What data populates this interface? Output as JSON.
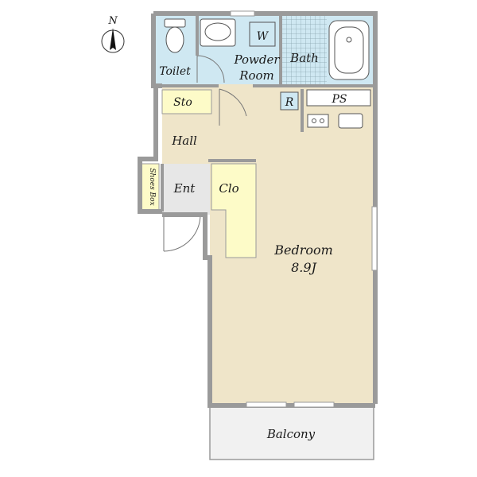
{
  "compass": {
    "label": "N"
  },
  "rooms": {
    "toilet": "Toilet",
    "powder_room_line1": "Powder",
    "powder_room_line2": "Room",
    "washer": "W",
    "bath": "Bath",
    "storage": "Sto",
    "refrigerator": "R",
    "pipe_space": "PS",
    "hall": "Hall",
    "shoes_box": "Shoes Box",
    "entrance": "Ent",
    "closet": "Clo",
    "bedroom": "Bedroom",
    "bedroom_size": "8.9J",
    "balcony": "Balcony"
  },
  "colors": {
    "wet_area": "#cfe8f2",
    "living_floor": "#efe5c9",
    "storage": "#fdfbc8",
    "entrance": "#e7e7e7",
    "balcony": "#f1f1f1",
    "wall": "#9a9a9a",
    "tile": "#8aa6b0"
  }
}
